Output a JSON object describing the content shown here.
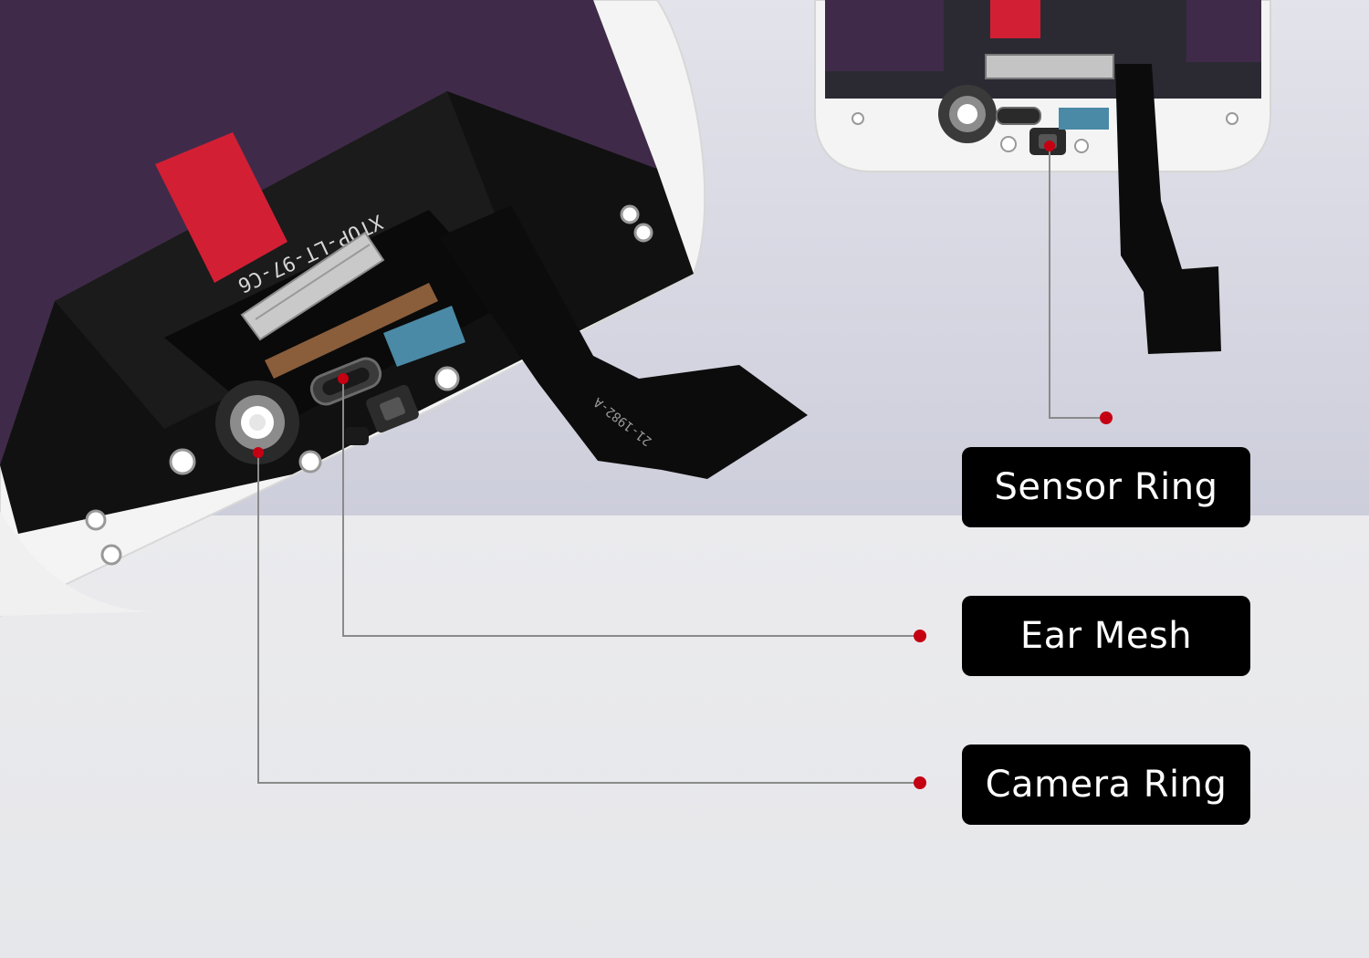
{
  "labels": {
    "sensor_ring": "Sensor Ring",
    "ear_mesh": "Ear Mesh",
    "camera_ring": "Camera Ring"
  },
  "part_markings": {
    "lcd_code": "XTOP-LT-97-C6",
    "flex_code": "21-1982-A"
  },
  "colors": {
    "display_purple": "#3f2b49",
    "frame_white": "#f6f6f6",
    "flex_black": "#0c0c0c",
    "red_tab": "#d31f34",
    "marker_red": "#c50012",
    "leader_gray": "#8a8a8a"
  }
}
